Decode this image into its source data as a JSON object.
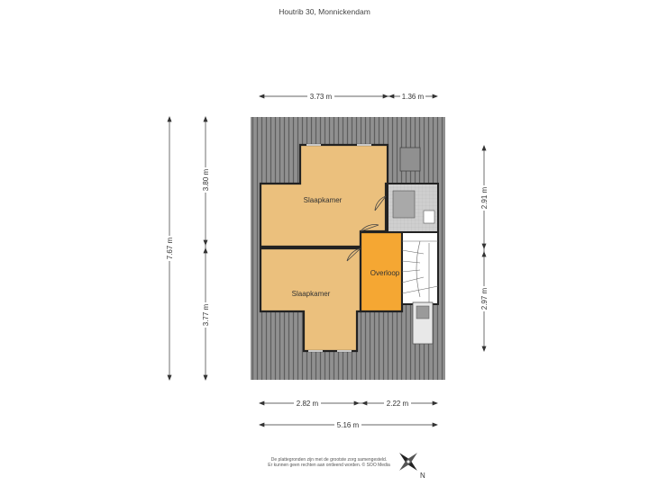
{
  "header": {
    "title": "Houtrib 30, Monnickendam"
  },
  "rooms": {
    "bedroom_top": "Slaapkamer",
    "bedroom_bottom": "Slaapkamer",
    "landing": "Overloop"
  },
  "dimensions": {
    "top_left": "3.73 m",
    "top_right": "1.36 m",
    "left_total": "7.67 m",
    "left_upper": "3.80 m",
    "left_lower": "3.77 m",
    "right_upper": "2.91 m",
    "right_lower": "2.97 m",
    "bottom_left": "2.82 m",
    "bottom_right": "2.22 m",
    "bottom_total": "5.16 m"
  },
  "footer": {
    "line1": "De plattegronden zijn met de grootste zorg samengesteld.",
    "line2": "Er kunnen geen rechten aan ontleend worden. © SOO Media"
  },
  "compass": {
    "label": "N"
  },
  "colors": {
    "bedroom": "#ebc07d",
    "landing": "#f5a733",
    "roof": "#7a7a7a",
    "wall": "#222222"
  }
}
